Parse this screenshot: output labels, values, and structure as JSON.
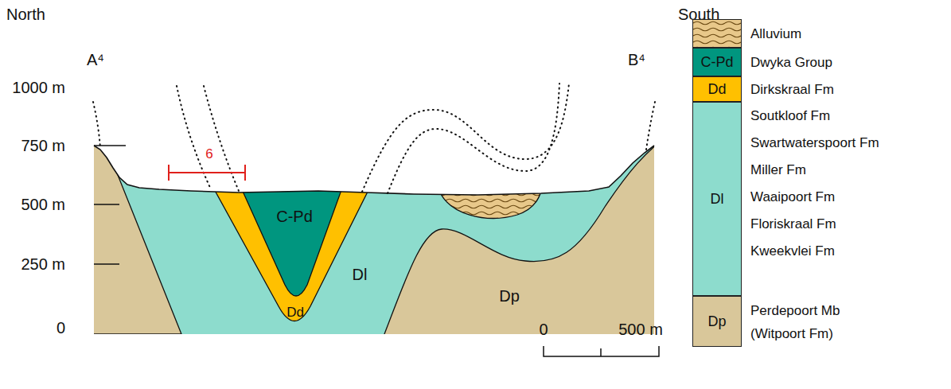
{
  "diagram": {
    "nodes": [
      {
        "text": [
          "Alluvium"
        ]
      },
      {
        "text": [
          "C-Pd",
          "Dwyka Group"
        ]
      },
      {
        "text": [
          "Dd",
          "Dirkskraal Fm"
        ]
      },
      {
        "text": [
          "Dl",
          "Soutkloof Fm",
          "Swartwaterspoort Fm",
          "Miller Fm",
          "Waaipoort Fm",
          "Floriskraal Fm",
          "Kweekvlei Fm"
        ]
      },
      {
        "text": [
          "Dp",
          "Perdepoort Mb (Witpoort Fm)"
        ]
      }
    ],
    "labels": [
      "North",
      "South",
      "A⁴",
      "B⁴",
      "1000 m",
      "750 m",
      "500 m",
      "250 m",
      "0",
      "6",
      "C-Pd",
      "Dd",
      "Dl",
      "Dp",
      "0",
      "500 m"
    ]
  }
}
